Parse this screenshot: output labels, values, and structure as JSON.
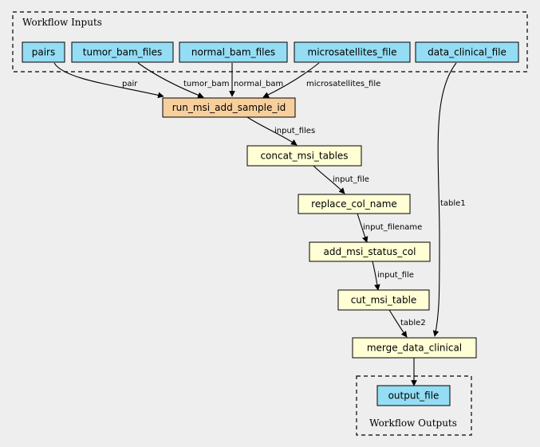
{
  "clusters": {
    "inputs_label": "Workflow Inputs",
    "outputs_label": "Workflow Outputs"
  },
  "nodes": {
    "pairs": "pairs",
    "tumor_bam_files": "tumor_bam_files",
    "normal_bam_files": "normal_bam_files",
    "microsatellites_file": "microsatellites_file",
    "data_clinical_file": "data_clinical_file",
    "run_msi_add_sample_id": "run_msi_add_sample_id",
    "concat_msi_tables": "concat_msi_tables",
    "replace_col_name": "replace_col_name",
    "add_msi_status_col": "add_msi_status_col",
    "cut_msi_table": "cut_msi_table",
    "merge_data_clinical": "merge_data_clinical",
    "output_file": "output_file"
  },
  "edges": {
    "pair": "pair",
    "tumor_bam": "tumor_bam",
    "normal_bam": "normal_bam",
    "microsatellites_file": "microsatellites_file",
    "table1": "table1",
    "input_files": "input_files",
    "input_file_1": "input_file",
    "input_filename": "input_filename",
    "input_file_2": "input_file",
    "table2": "table2"
  }
}
